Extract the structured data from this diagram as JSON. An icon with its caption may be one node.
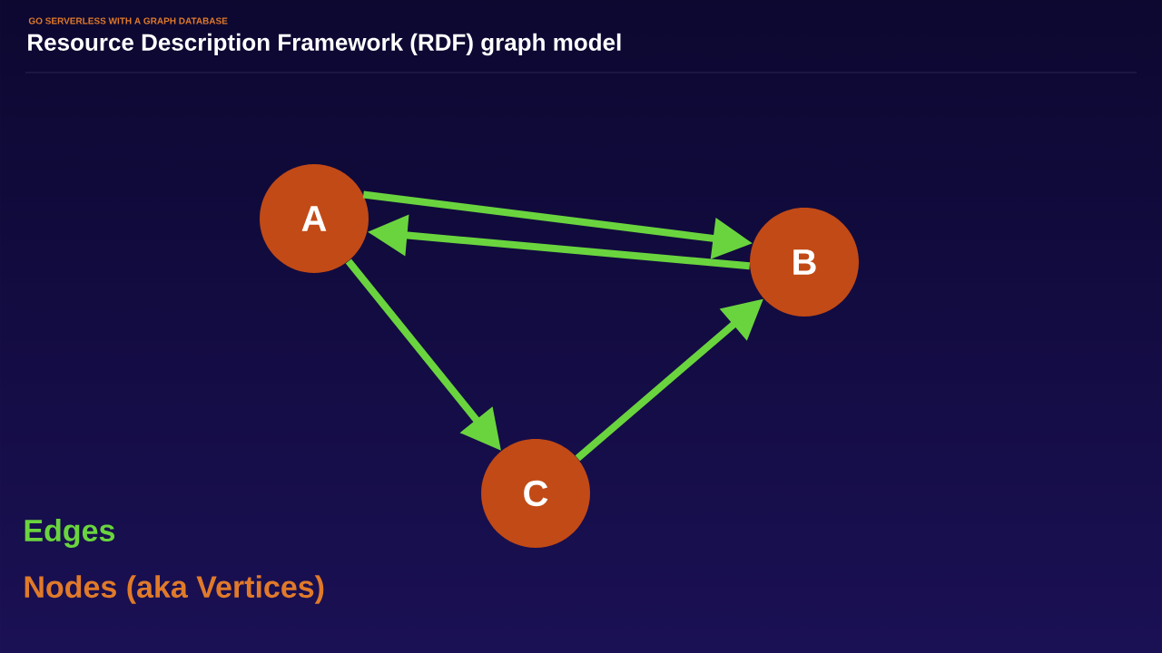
{
  "diagram": {
    "title": "Resource Description Framework (RDF) graph model",
    "nodes": [
      {
        "text": [
          "A"
        ]
      },
      {
        "text": [
          "B"
        ]
      },
      {
        "text": [
          "C"
        ]
      }
    ],
    "edges": [
      {
        "from": 0,
        "to": 1,
        "arrow": "to"
      },
      {
        "from": 1,
        "to": 0,
        "arrow": "to"
      },
      {
        "from": 0,
        "to": 2,
        "arrow": "to"
      },
      {
        "from": 2,
        "to": 1,
        "arrow": "to"
      }
    ],
    "labels": [
      "GO SERVERLESS WITH A GRAPH DATABASE",
      "Edges",
      "Nodes (aka Vertices)"
    ]
  }
}
